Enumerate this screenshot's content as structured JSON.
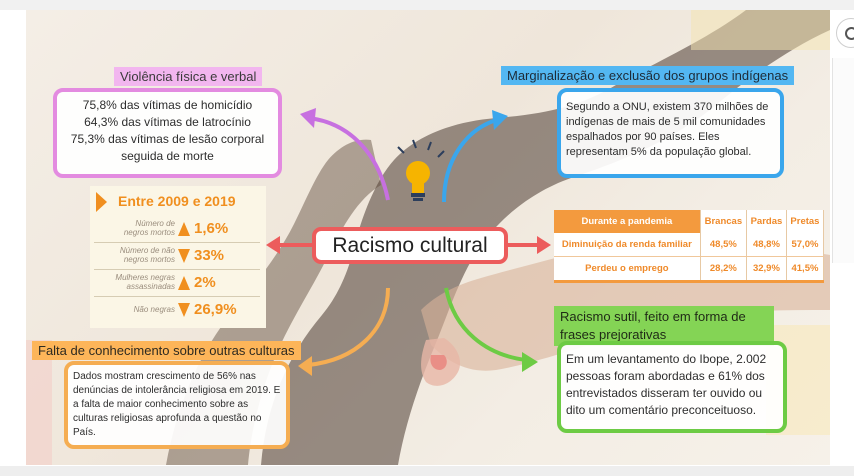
{
  "mindmap": {
    "central_title": "Racismo cultural",
    "violencia": {
      "label": "Violência física e verbal",
      "lines": [
        "75,8% das vítimas de homicídio",
        "64,3% das vítimas de latrocínio",
        "75,3% das vítimas de lesão corporal",
        "seguida de morte"
      ]
    },
    "marginalizacao": {
      "label": "Marginalização e exclusão dos grupos indígenas",
      "text": "Segundo a ONU, existem 370 milhões de indígenas de mais de 5 mil comunidades espalhados por 90 países. Eles representam 5% da população global."
    },
    "falta": {
      "label": "Falta de conhecimento sobre outras culturas",
      "text": "Dados mostram crescimento de 56% nas denúncias de intolerância religiosa em 2019. E a falta de maior conhecimento sobre as culturas religiosas aprofunda a questão no País."
    },
    "sutil": {
      "label": "Racismo sutil, feito em forma de frases prejorativas",
      "text": "Em um levantamento do Ibope, 2.002 pessoas foram abordadas e 61% dos entrevistados disseram ter ouvido ou dito um comentário preconceituoso."
    }
  },
  "stats": {
    "title": "Entre 2009 e 2019",
    "rows": [
      {
        "label": "Número de negros mortos",
        "value": "1,6%",
        "direction": "up"
      },
      {
        "label": "Número de não negros mortos",
        "value": "33%",
        "direction": "down"
      },
      {
        "label": "Mulheres negras assassinadas",
        "value": "2%",
        "direction": "up"
      },
      {
        "label": "Não negras",
        "value": "26,9%",
        "direction": "down"
      }
    ]
  },
  "pandemic_table": {
    "headers": [
      "Durante a pandemia",
      "Brancas",
      "Pardas",
      "Pretas"
    ],
    "rows": [
      [
        "Diminuição da renda familiar",
        "48,5%",
        "48,8%",
        "57,0%"
      ],
      [
        "Perdeu o emprego",
        "28,2%",
        "32,9%",
        "41,5%"
      ]
    ]
  },
  "colors": {
    "violencia": "#e38be0",
    "marginalizacao": "#3aa6ec",
    "central": "#ec5c5c",
    "falta": "#f5ad52",
    "sutil": "#6dcb44",
    "stats_accent": "#f08f1f"
  },
  "icons": [
    "lightbulb-icon",
    "search-icon"
  ]
}
